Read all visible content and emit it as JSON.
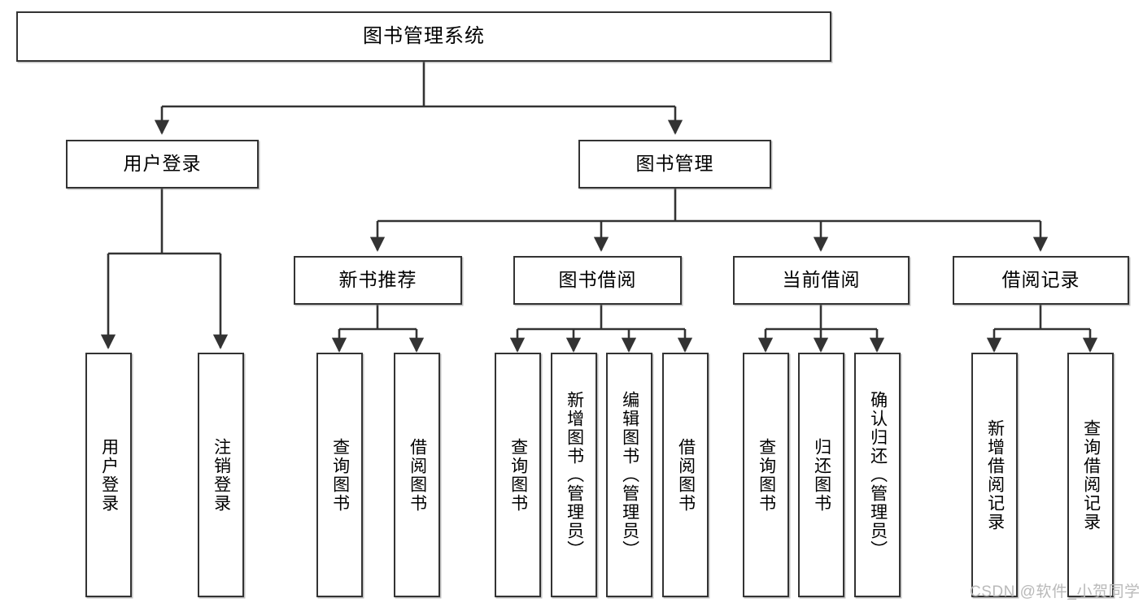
{
  "diagram": {
    "type": "tree-hierarchy",
    "title": "图书管理系统",
    "watermark": "CSDN @软件_小贺同学",
    "colors": {
      "box_border": "#333333",
      "box_fill": "#ffffff",
      "connector": "#333333",
      "watermark": "#b9b9b9",
      "background": "#ffffff"
    },
    "nodes": {
      "root": {
        "label": "图书管理系统"
      },
      "level2": [
        {
          "label": "用户登录"
        },
        {
          "label": "图书管理"
        }
      ],
      "level3": [
        {
          "label": "新书推荐"
        },
        {
          "label": "图书借阅"
        },
        {
          "label": "当前借阅"
        },
        {
          "label": "借阅记录"
        }
      ],
      "leaves_user_login": [
        {
          "label": "用户登录"
        },
        {
          "label": "注销登录"
        }
      ],
      "leaves_new_book": [
        {
          "label": "查询图书"
        },
        {
          "label": "借阅图书"
        }
      ],
      "leaves_borrow": [
        {
          "label": "查询图书"
        },
        {
          "label": "新增图书（管理员）"
        },
        {
          "label": "编辑图书（管理员）"
        },
        {
          "label": "借阅图书"
        }
      ],
      "leaves_current": [
        {
          "label": "查询图书"
        },
        {
          "label": "归还图书"
        },
        {
          "label": "确认归还（管理员）"
        }
      ],
      "leaves_record": [
        {
          "label": "新增借阅记录"
        },
        {
          "label": "查询借阅记录"
        }
      ]
    },
    "edges": [
      {
        "from": "图书管理系统",
        "to": "用户登录"
      },
      {
        "from": "图书管理系统",
        "to": "图书管理"
      },
      {
        "from": "用户登录",
        "to": "用户登录"
      },
      {
        "from": "用户登录",
        "to": "注销登录"
      },
      {
        "from": "图书管理",
        "to": "新书推荐"
      },
      {
        "from": "图书管理",
        "to": "图书借阅"
      },
      {
        "from": "图书管理",
        "to": "当前借阅"
      },
      {
        "from": "图书管理",
        "to": "借阅记录"
      },
      {
        "from": "新书推荐",
        "to": "查询图书"
      },
      {
        "from": "新书推荐",
        "to": "借阅图书"
      },
      {
        "from": "图书借阅",
        "to": "查询图书"
      },
      {
        "from": "图书借阅",
        "to": "新增图书（管理员）"
      },
      {
        "from": "图书借阅",
        "to": "编辑图书（管理员）"
      },
      {
        "from": "图书借阅",
        "to": "借阅图书"
      },
      {
        "from": "当前借阅",
        "to": "查询图书"
      },
      {
        "from": "当前借阅",
        "to": "归还图书"
      },
      {
        "from": "当前借阅",
        "to": "确认归还（管理员）"
      },
      {
        "from": "借阅记录",
        "to": "新增借阅记录"
      },
      {
        "from": "借阅记录",
        "to": "查询借阅记录"
      }
    ]
  }
}
